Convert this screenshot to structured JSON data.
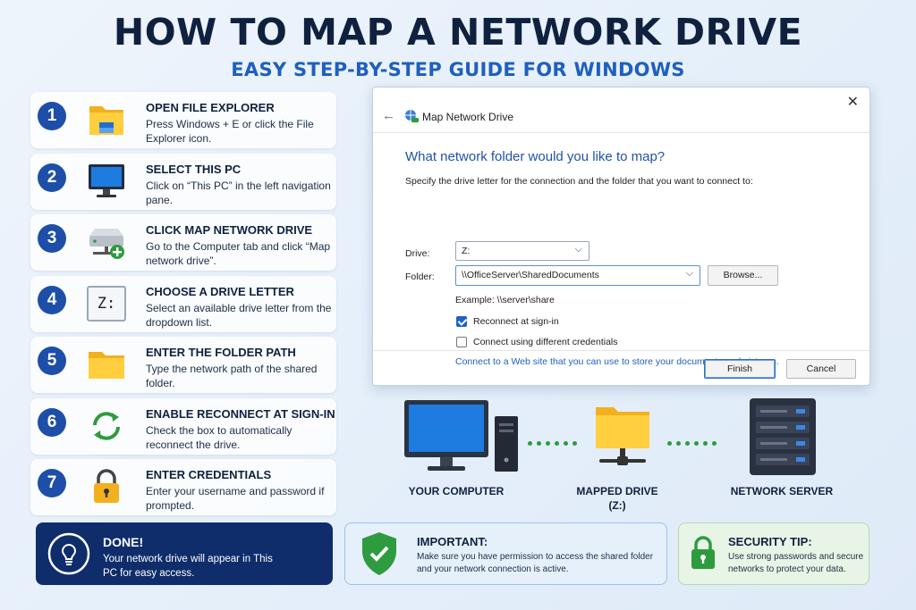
{
  "header": {
    "title": "HOW TO MAP A NETWORK DRIVE",
    "subtitle": "EASY STEP-BY-STEP GUIDE FOR WINDOWS"
  },
  "steps": [
    {
      "num": "1",
      "title": "OPEN FILE EXPLORER",
      "desc": "Press Windows + E or click the File Explorer icon.",
      "icon": "file-explorer-icon"
    },
    {
      "num": "2",
      "title": "SELECT THIS PC",
      "desc": "Click on “This PC” in the left navigation pane.",
      "icon": "monitor-icon"
    },
    {
      "num": "3",
      "title": "CLICK MAP NETWORK DRIVE",
      "desc": "Go to the Computer tab and click “Map network drive”.",
      "icon": "network-drive-add-icon"
    },
    {
      "num": "4",
      "title": "CHOOSE A DRIVE LETTER",
      "desc": "Select an available drive letter from the dropdown list.",
      "icon": "drive-letter-icon",
      "icon_text": "Z:"
    },
    {
      "num": "5",
      "title": "ENTER THE FOLDER PATH",
      "desc": "Type the network path of the shared folder.",
      "icon": "folder-icon"
    },
    {
      "num": "6",
      "title": "ENABLE RECONNECT AT SIGN-IN",
      "desc": "Check the box to automatically reconnect the drive.",
      "icon": "refresh-icon"
    },
    {
      "num": "7",
      "title": "ENTER CREDENTIALS",
      "desc": "Enter your username and password if prompted.",
      "icon": "lock-icon"
    }
  ],
  "dialog": {
    "back": "←",
    "title": "Map Network Drive",
    "close": "✕",
    "question": "What network folder would you like to map?",
    "intro": "Specify the drive letter for the connection and the folder that you want to connect to:",
    "drive_label": "Drive:",
    "drive_value": "Z:",
    "folder_label": "Folder:",
    "folder_value": "\\\\OfficeServer\\SharedDocuments",
    "browse_label": "Browse...",
    "example": "Example: \\\\server\\share",
    "reconnect_label": "Reconnect at sign-in",
    "reconnect_checked": true,
    "credentials_label": "Connect using different credentials",
    "credentials_checked": false,
    "web_link": "Connect to a Web site that you can use to store your documents and pictures.",
    "finish_label": "Finish",
    "cancel_label": "Cancel"
  },
  "diagram": {
    "computer_label": "YOUR COMPUTER",
    "mapped_label_line1": "MAPPED DRIVE",
    "mapped_label_line2": "(Z:)",
    "server_label": "NETWORK SERVER"
  },
  "done": {
    "title": "DONE!",
    "desc": "Your network drive will appear in This PC for easy access.",
    "icon": "lightbulb-icon"
  },
  "important": {
    "title": "IMPORTANT:",
    "desc": "Make sure you have permission to access the shared folder and your network connection is active.",
    "icon": "shield-check-icon"
  },
  "security": {
    "title": "SECURITY TIP:",
    "desc": "Use strong passwords and secure networks to protect your data.",
    "icon": "lock-icon"
  },
  "colors": {
    "accent": "#1d4fa8",
    "link": "#1f5fbf",
    "green": "#2e9b3e",
    "navy": "#0f2d6b"
  }
}
